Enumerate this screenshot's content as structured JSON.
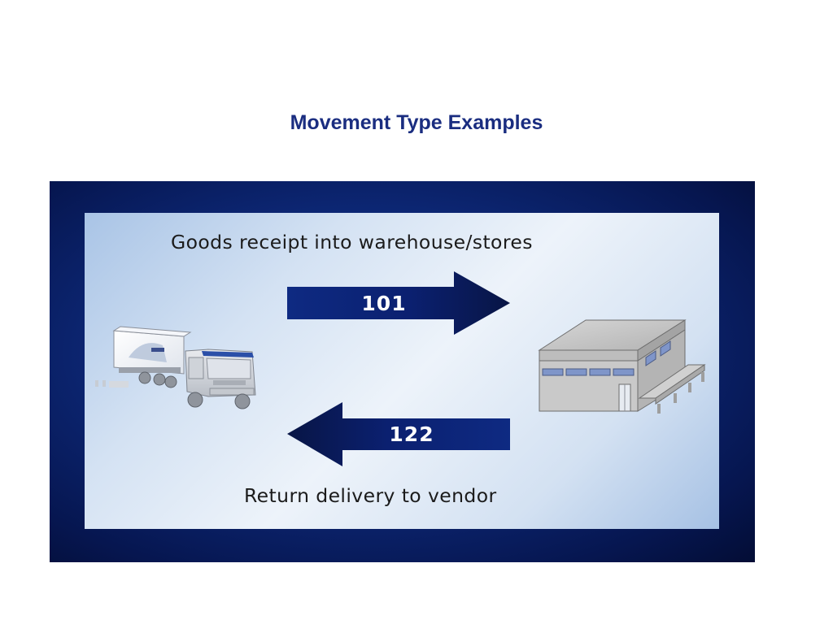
{
  "title": "Movement Type Examples",
  "diagram": {
    "receipt": {
      "caption": "Goods receipt into warehouse/stores",
      "movement_type": "101",
      "direction": "truck-to-warehouse"
    },
    "return": {
      "caption": "Return delivery to vendor",
      "movement_type": "122",
      "direction": "warehouse-to-truck"
    },
    "icons": [
      "truck-icon",
      "warehouse-icon"
    ]
  },
  "colors": {
    "title": "#1a2d80",
    "frame": "#0d2877",
    "arrow": "#0b1f66"
  }
}
